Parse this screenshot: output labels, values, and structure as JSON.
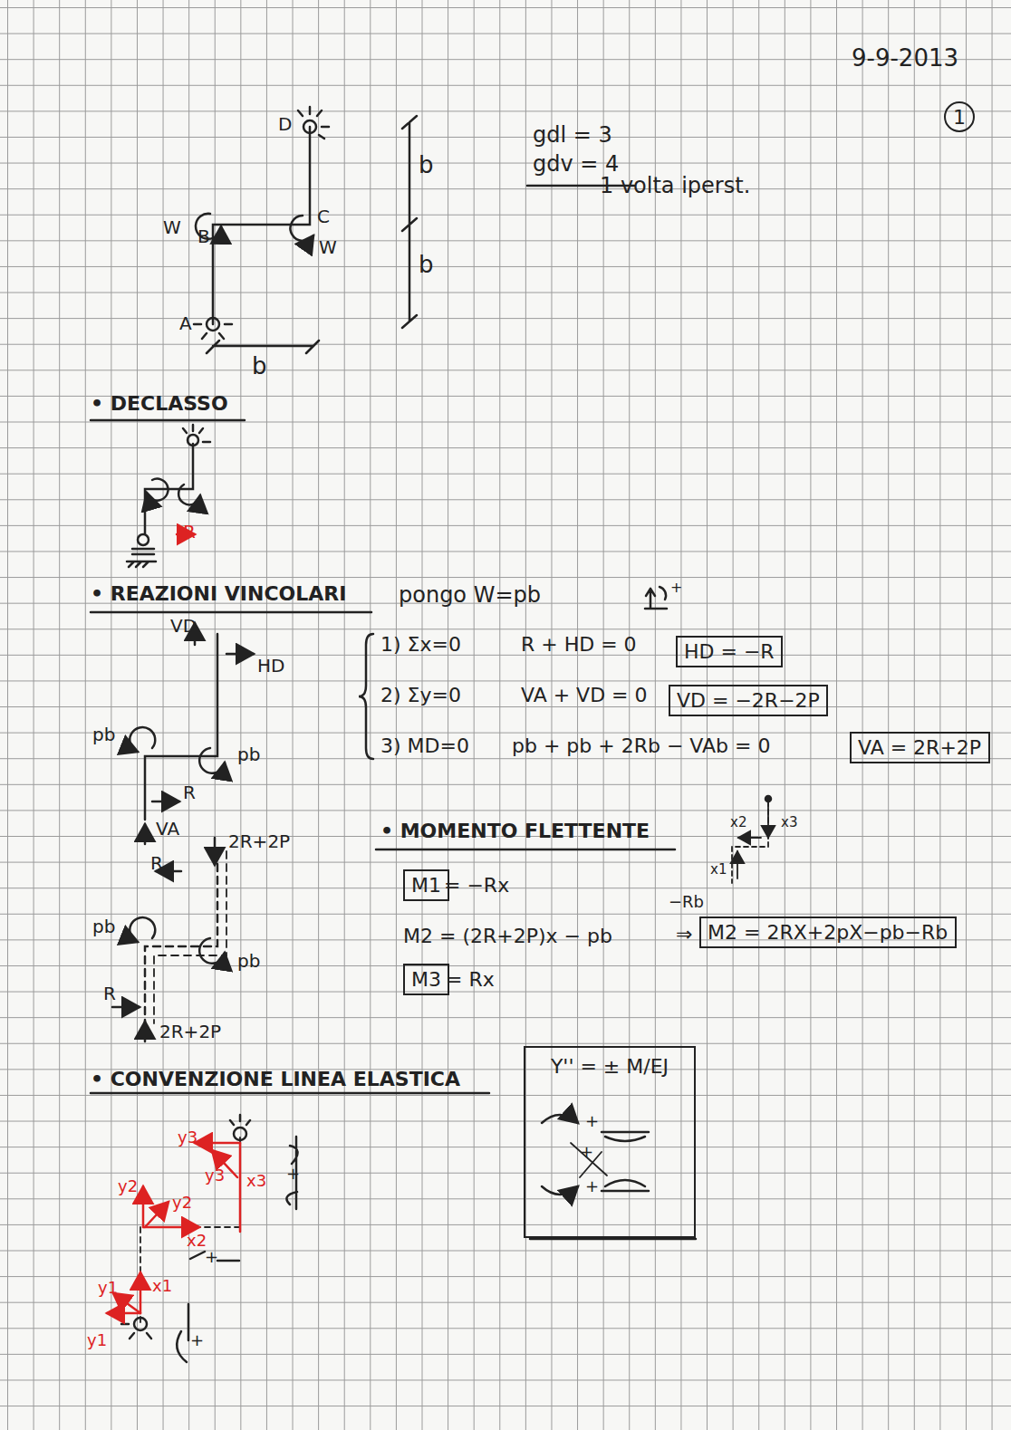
{
  "diagram": {
    "nodes": [
      {
        "text": [
          "1"
        ]
      },
      {
        "text": [
          "HD = −R"
        ]
      },
      {
        "text": [
          "VD = −2R−2P"
        ]
      },
      {
        "text": [
          "VA = 2R+2P"
        ]
      },
      {
        "text": [
          "M1"
        ]
      },
      {
        "text": [
          "M2 = 2RX+2pX−pb−Rb"
        ]
      },
      {
        "text": [
          "M3"
        ]
      },
      {
        "text": [
          "Y'' = ± M/EJ"
        ]
      }
    ],
    "labels": [
      "9-9-2013",
      "D",
      "C",
      "B",
      "A",
      "W",
      "W",
      "b",
      "b",
      "b",
      "gdl = 3",
      "gdv = 4",
      "1 volta iperst.",
      "• DECLASSO",
      "R",
      "• REAZIONI VINCOLARI",
      "pongo W=pb",
      "+",
      "VD",
      "HD",
      "pb",
      "pb",
      "R",
      "VA",
      "1) Σx=0",
      "R + HD = 0",
      "2) Σy=0",
      "VA + VD = 0",
      "3) MD=0",
      "pb + pb + 2Rb − VAb = 0",
      "2R+2P",
      "R",
      "pb",
      "pb",
      "R",
      "2R+2P",
      "• MOMENTO FLETTENTE",
      "x1",
      "x2",
      "x3",
      "= −Rx",
      "M2 = (2R+2P)x − pb",
      "−Rb",
      "⇒",
      "= Rx",
      "• CONVENZIONE LINEA ELASTICA",
      "y3",
      "x3",
      "y3",
      "y2",
      "y2",
      "x2",
      "+",
      "y1",
      "x1",
      "y1",
      "+",
      "+",
      "+",
      "+",
      "+"
    ]
  }
}
